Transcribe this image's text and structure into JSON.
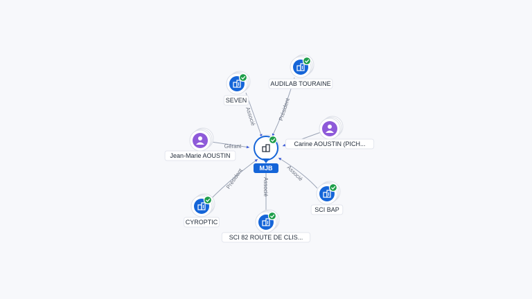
{
  "graph": {
    "center": {
      "label": "MJB",
      "kind": "company",
      "verified": true
    },
    "nodes": [
      {
        "id": "seven",
        "label": "SEVEN",
        "kind": "company",
        "verified": true,
        "relation": "Associé"
      },
      {
        "id": "audilab",
        "label": "AUDILAB TOURAINE",
        "kind": "company",
        "verified": true,
        "relation": "Président"
      },
      {
        "id": "carine",
        "label": "Carine AOUSTIN (PICH...",
        "kind": "person",
        "verified": false,
        "relation": ""
      },
      {
        "id": "jeanmarie",
        "label": "Jean-Marie AOUSTIN",
        "kind": "person",
        "verified": false,
        "relation": "Gérant"
      },
      {
        "id": "scibap",
        "label": "SCI BAP",
        "kind": "company",
        "verified": true,
        "relation": "Associé"
      },
      {
        "id": "sci82",
        "label": "SCI 82 ROUTE DE CLIS...",
        "kind": "company",
        "verified": true,
        "relation": "Associé"
      },
      {
        "id": "cyroptic",
        "label": "CYROPTIC",
        "kind": "company",
        "verified": true,
        "relation": "Président"
      }
    ],
    "colors": {
      "company": "#1565d8",
      "person": "#8e5ad9",
      "verified": "#1e9e4a",
      "edge": "#9aa3b5"
    },
    "icons": {
      "company": "building-icon",
      "person": "person-icon",
      "verified": "check-badge-icon"
    }
  }
}
